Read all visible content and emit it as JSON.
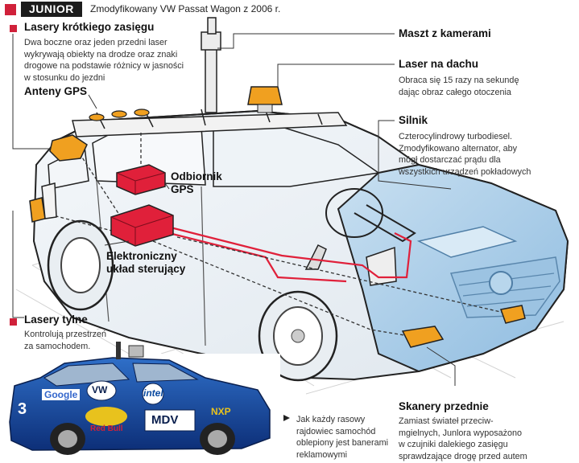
{
  "header": {
    "tag": "JUNIOR",
    "subtitle": "Zmodyfikowany VW Passat Wagon z 2006 r."
  },
  "callouts": {
    "short_lasers": {
      "title": "Lasery krótkiego zasięgu",
      "lines": [
        "Dwa boczne oraz jeden przedni laser",
        "wykrywają obiekty na drodze oraz znaki",
        "drogowe na podstawie różnicy w jasności",
        "w stosunku do jezdni"
      ]
    },
    "gps_antennas": {
      "title": "Anteny GPS"
    },
    "camera_mast": {
      "title": "Maszt z kamerami"
    },
    "roof_laser": {
      "title": "Laser na dachu",
      "lines": [
        "Obraca się 15 razy na sekundę",
        "dając obraz całego otoczenia"
      ]
    },
    "engine": {
      "title": "Silnik",
      "lines": [
        "Czterocylindrowy turbodiesel.",
        "Zmodyfikowano alternator, aby",
        "mógł dostarczać prądu dla",
        "wszystkich urządzeń pokładowych"
      ]
    },
    "gps_receiver": {
      "lines": [
        "Odbiornik",
        "GPS"
      ]
    },
    "control_unit": {
      "lines": [
        "Elektroniczny",
        "układ sterujący"
      ]
    },
    "rear_lasers": {
      "title": "Lasery tylne",
      "lines": [
        "Kontrolują przestrzeń",
        "za samochodem."
      ]
    },
    "front_scanners": {
      "title": "Skanery przednie",
      "lines": [
        "Zamiast świateł przeciw-",
        "mgielnych, Junlora wyposażono",
        "w czujniki dalekiego zasięgu",
        "sprawdzające drogę przed autem"
      ]
    },
    "racing_note": {
      "lines": [
        "Jak każdy rasowy",
        "rajdowiec samochód",
        "oblepiony jest banerami",
        "reklamowymi"
      ]
    }
  },
  "photo_car": {
    "number": "3",
    "sponsors": [
      "Google",
      "VW",
      "intel",
      "Red Bull",
      "MDV",
      "NXP"
    ]
  },
  "colors": {
    "accent": "#d0213a",
    "device_red": "#e0203a",
    "sensor_orange": "#f0a020",
    "car_blue": "#aacde6",
    "car_blue_dark": "#7fb0d6",
    "outline": "#222222"
  }
}
